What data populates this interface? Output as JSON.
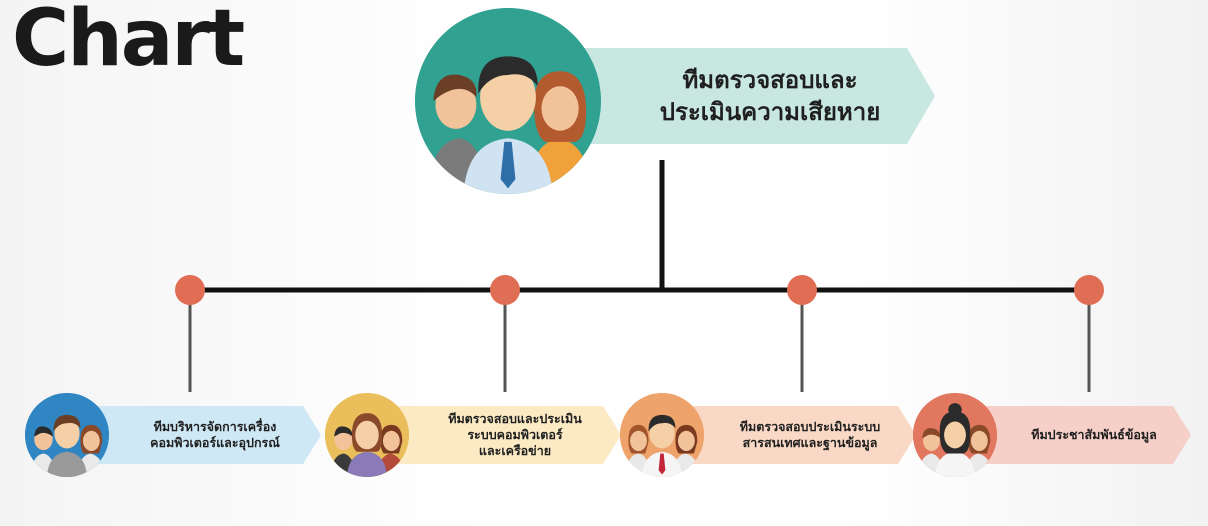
{
  "title": "Chart",
  "root": {
    "label_line1": "ทีมตรวจสอบและ",
    "label_line2": "ประเมินความเสียหาย",
    "banner_color": "#c7e7e0",
    "circle_color": "#31a191"
  },
  "teams": [
    {
      "line1": "ทีมบริหารจัดการเครื่อง",
      "line2": "คอมพิวเตอร์และอุปกรณ์",
      "line3": "",
      "banner_color": "#cfe8f6",
      "circle_color": "#2f86c2",
      "icon": "team-avatars-icon"
    },
    {
      "line1": "ทีมตรวจสอบและประเมิน",
      "line2": "ระบบคอมพิวเตอร์",
      "line3": "และเครือข่าย",
      "banner_color": "#fbeac4",
      "circle_color": "#e9be5b",
      "icon": "team-avatars-icon"
    },
    {
      "line1": "ทีมตรวจสอบประเมินระบบ",
      "line2": "สารสนเทศและฐานข้อมูล",
      "line3": "",
      "banner_color": "#f9d8c5",
      "circle_color": "#eea36a",
      "icon": "team-avatars-icon"
    },
    {
      "line1": "ทีมประชาสัมพันธ์ข้อมูล",
      "line2": "",
      "line3": "",
      "banner_color": "#f6cfc8",
      "circle_color": "#e2775f",
      "icon": "team-avatars-icon"
    }
  ],
  "connector_color": "#111111",
  "node_dot_color": "#e06e54"
}
